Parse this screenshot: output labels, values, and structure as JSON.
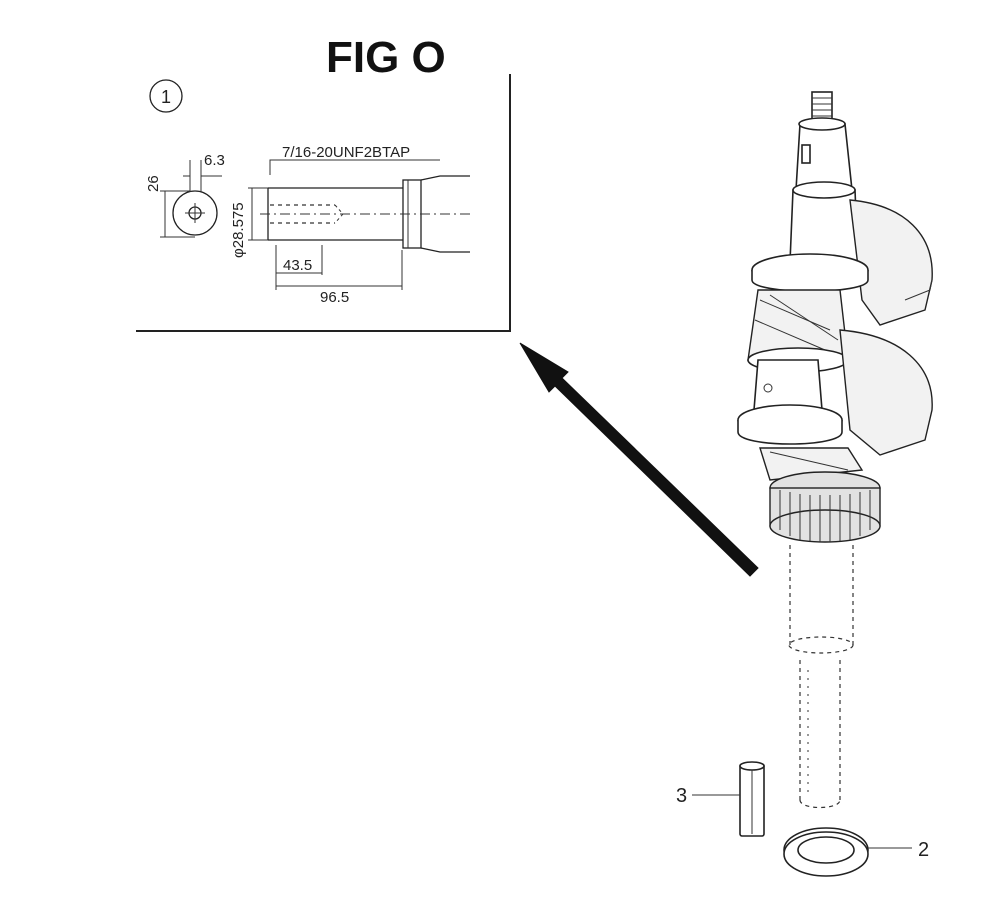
{
  "figure": {
    "title": "FIG O"
  },
  "detail": {
    "index_label": "1",
    "thread_spec": "7/16-20UNF2BTAP",
    "dim_key_width": "6.3",
    "dim_shaft_height": "26",
    "dim_diameter": "φ28.575",
    "dim_tap_depth": "43.5",
    "dim_overall_length": "96.5"
  },
  "callouts": [
    {
      "number": "3",
      "part": "key"
    },
    {
      "number": "2",
      "part": "washer"
    }
  ]
}
